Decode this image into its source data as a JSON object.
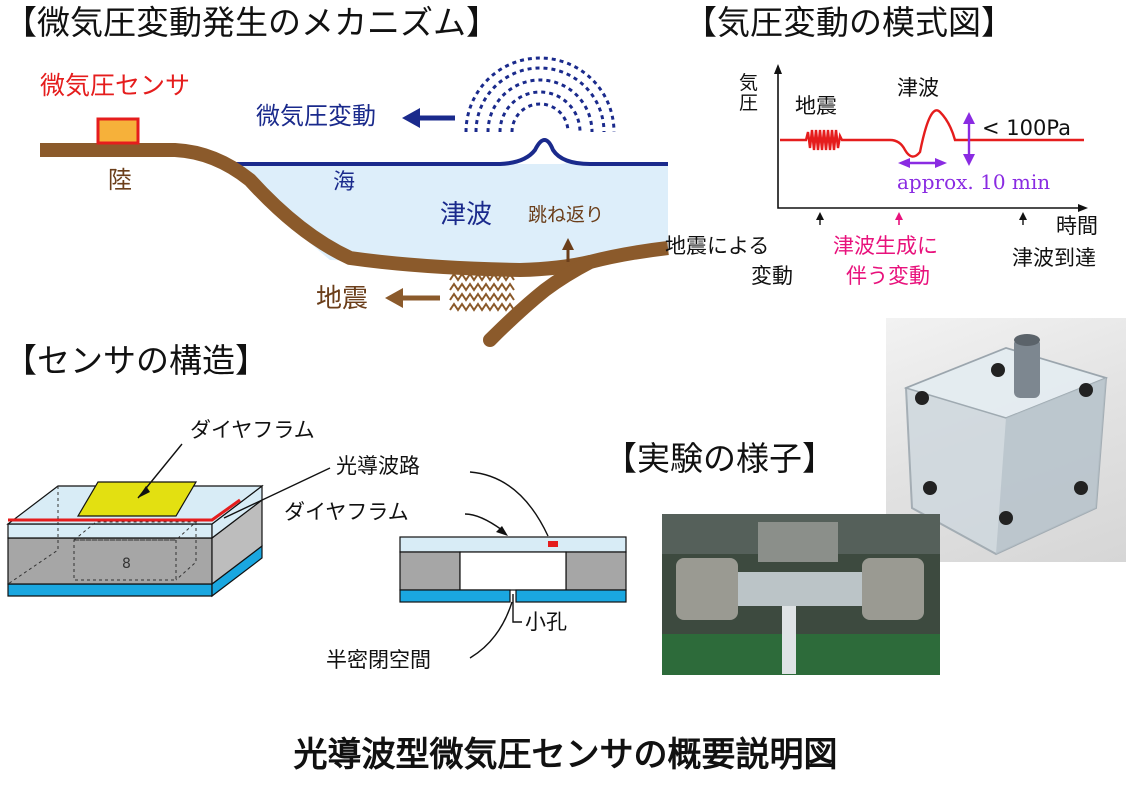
{
  "mechanism": {
    "title": "【微気圧変動発生のメカニズム】",
    "sensor_label": "微気圧センサ",
    "land_label": "陸",
    "micro_pressure_label": "微気圧変動",
    "sea_label": "海",
    "tsunami_label": "津波",
    "rebound_label": "跳ね返り",
    "earthquake_label": "地震",
    "colors": {
      "sea_fill": "#ddeefa",
      "sea_line": "#1a2a8c",
      "ground": "#8b5a2b",
      "sensor": "#f6b13a",
      "sensor_border": "#e51d1d"
    }
  },
  "waveform": {
    "title": "【気圧変動の模式図】",
    "y_label": "気圧",
    "x_label": "時間",
    "quake_label": "地震",
    "tsunami_label": "津波",
    "amplitude_label": "< 100Pa",
    "duration_label": "approx. 10 min",
    "event_quake": [
      "地震による",
      "変動"
    ],
    "event_tsunami": [
      "津波生成に",
      "伴う変動"
    ],
    "event_arrival": "津波到達",
    "colors": {
      "trace": "#e51d1d",
      "arrow": "#8a2be2",
      "pink": "#e8127c"
    }
  },
  "structure": {
    "title": "【センサの構造】",
    "diaphragm_label_top": "ダイヤフラム",
    "waveguide_label": "光導波路",
    "diaphragm_label_cross": "ダイヤフラム",
    "small_hole_label": "小孔",
    "cavity_label": "半密閉空間",
    "colors": {
      "diaphragm": "#e3e011",
      "waveguide": "#e51d1d",
      "base": "#1aa7e0",
      "body": "#a6a6a6",
      "top": "#d8ecf6"
    }
  },
  "experiment": {
    "title": "【実験の様子】"
  },
  "caption": "光導波型微気圧センサの概要説明図"
}
